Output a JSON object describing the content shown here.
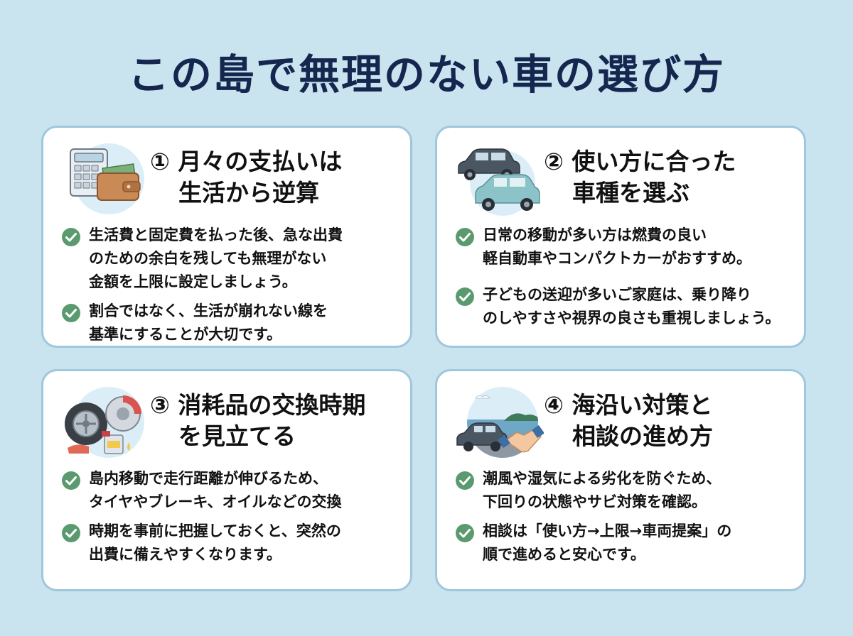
{
  "page": {
    "title": "この島で無理のない車の選び方"
  },
  "colors": {
    "background": "#c9e3ef",
    "card_border": "#9fc7dd",
    "title": "#15264f",
    "check": "#5a9a6e"
  },
  "cards": [
    {
      "title_line1": "① 月々の支払いは",
      "title_line2": "生活から逆算",
      "illustration": [
        "calculator-icon",
        "wallet-icon"
      ],
      "bullets": [
        [
          "生活費と固定費を払った後、急な出費",
          "のための余白を残しても無理がない",
          "金額を上限に設定しましょう。"
        ],
        [
          "割合ではなく、生活が崩れない線を",
          "基準にすることが大切です。"
        ]
      ]
    },
    {
      "title_line1": "② 使い方に合った",
      "title_line2": "車種を選ぶ",
      "illustration": [
        "compact-car-icon",
        "small-car-icon"
      ],
      "bullets": [
        [
          "日常の移動が多い方は燃費の良い",
          "軽自動車やコンパクトカーがおすすめ。"
        ],
        [
          "子どもの送迎が多いご家庭は、乗り降り",
          "のしやすさや視界の良さも重視しましょう。"
        ]
      ]
    },
    {
      "title_line1": "③ 消耗品の交換時期",
      "title_line2": "を見立てる",
      "illustration": [
        "tire-icon",
        "brake-disc-icon",
        "oil-can-icon"
      ],
      "bullets": [
        [
          "島内移動で走行距離が伸びるため、",
          "タイヤやブレーキ、オイルなどの交換"
        ],
        [
          "時期を事前に把握しておくと、突然の",
          "出費に備えやすくなります。"
        ]
      ]
    },
    {
      "title_line1": "④ 海沿い対策と",
      "title_line2": "相談の進め方",
      "illustration": [
        "seaside-car-icon",
        "handshake-icon"
      ],
      "bullets": [
        [
          "潮風や湿気による劣化を防ぐため、",
          "下回りの状態やサビ対策を確認。"
        ],
        [
          "相談は「使い方→上限→車両提案」の",
          "順で進めると安心です。"
        ]
      ]
    }
  ]
}
